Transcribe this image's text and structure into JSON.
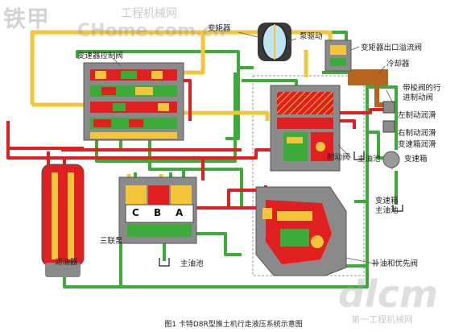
{
  "watermark": {
    "logo": "铁甲",
    "url": "CHome.com.cn",
    "site": "工程机械网",
    "brand": "dlcm",
    "brand_sub": "第一工程机械网"
  },
  "labels": {
    "torque_converter": "变矩器",
    "pump_drive": "泵驱动",
    "converter_outlet_relief_valve": "变矩器出口溢流阀",
    "transmission_control_valve": "变速器控制阀",
    "cooler": "冷却器",
    "brake_valve_with_spool": "带梭阀的行",
    "brake_valve_with_spool_2": "进制动阀",
    "left_brake_lube": "左制动润滑",
    "right_brake_lube": "右制动润滑",
    "transmission_lube": "变速箱润滑",
    "brake_valve": "制动阀",
    "main_tank_small": "主油池",
    "transmission": "变速箱",
    "transmission_main_tank": "变速箱",
    "transmission_main_tank_2": "主油池",
    "filter": "滤油器",
    "triple_pump": "三联泵",
    "main_tank": "主油池",
    "makeup_priority_valve": "补油和优先阀",
    "pump_c": "C",
    "pump_b": "B",
    "pump_a": "A"
  },
  "caption": "图1  卡特D8R型推土机行走液压系统示意图",
  "colors": {
    "pressure_red": "#e02020",
    "lube_yellow": "#f2c53a",
    "return_green": "#3cab3a",
    "cooler_brown": "#b5651d",
    "body_grey": "#7d7d7d",
    "converter_blue": "#bfe4f2"
  }
}
